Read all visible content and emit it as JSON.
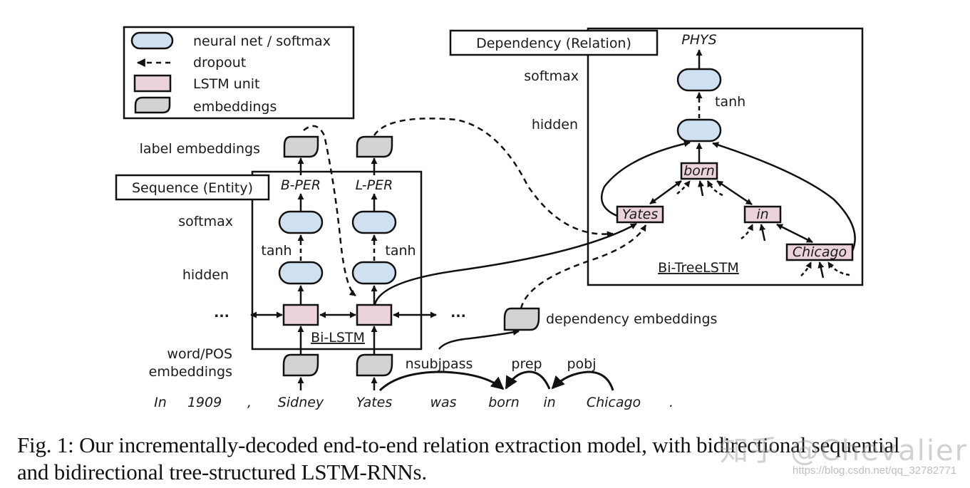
{
  "legend": {
    "items": [
      {
        "icon": "neural-net-shape",
        "label": "neural net / softmax"
      },
      {
        "icon": "dropout-arrow",
        "label": "dropout"
      },
      {
        "icon": "lstm-unit-shape",
        "label": "LSTM unit"
      },
      {
        "icon": "embedding-shape",
        "label": "embeddings"
      }
    ]
  },
  "colors": {
    "neural_net": "#cfe0f1",
    "lstm": "#ebd3de",
    "embedding": "#d3d3d3",
    "stroke": "#111111"
  },
  "sequence": {
    "title": "Sequence (Entity)",
    "row_labels": {
      "label_embeddings": "label embeddings",
      "softmax": "softmax",
      "hidden": "hidden",
      "word_pos_1": "word/POS",
      "word_pos_2": "embeddings"
    },
    "outputs": [
      "B-PER",
      "L-PER"
    ],
    "activation": "tanh",
    "layer_name": "Bi-LSTM",
    "ellipsis": "..."
  },
  "dependency": {
    "title": "Dependency (Relation)",
    "output": "PHYS",
    "row_labels": {
      "softmax": "softmax",
      "hidden": "hidden"
    },
    "activation": "tanh",
    "nodes": [
      "born",
      "Yates",
      "in",
      "Chicago"
    ],
    "layer_name": "Bi-TreeLSTM",
    "dep_embeddings_label": "dependency embeddings"
  },
  "sentence": {
    "words": [
      "In",
      "1909",
      ",",
      "Sidney",
      "Yates",
      "was",
      "born",
      "in",
      "Chicago",
      "."
    ],
    "arcs": [
      "nsubjpass",
      "prep",
      "pobj"
    ]
  },
  "caption": {
    "line1": "Fig. 1: Our incrementally-decoded end-to-end relation extraction model, with bidirectional sequential",
    "line2": "and bidirectional tree-structured LSTM-RNNs."
  },
  "watermark": {
    "primary": "知乎 @Chevalier",
    "url": "https://blog.csdn.net/qq_32782771"
  }
}
